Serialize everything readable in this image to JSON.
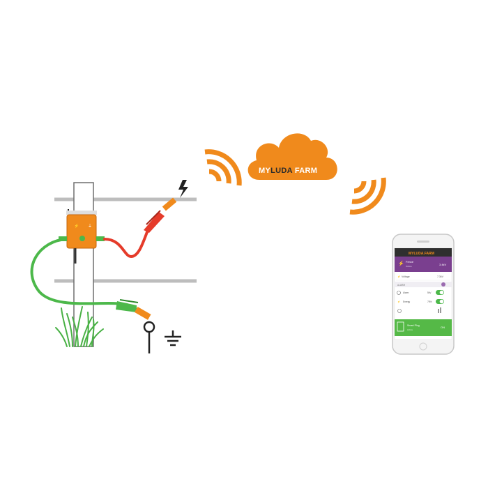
{
  "cloud": {
    "brand_prefix": "MY",
    "brand_middle": "LUDA",
    "brand_suffix": "FARM"
  },
  "phone": {
    "header_brand": "MYLUDA.FARM",
    "fence_title": "Fence",
    "fence_status": "Online",
    "fence_value": "3.4kV",
    "voltage_label": "Voltage",
    "voltage_value": "7.3kV",
    "section_label": "ALARM",
    "alarm_row_label": "Alarm",
    "alarm_row_value": "5kV",
    "energy_row_label": "Energy",
    "energy_row_value": "75%",
    "footer_title": "Smart Plug",
    "footer_sub": "Active",
    "footer_value": "ON"
  },
  "colors": {
    "orange": "#f08a1c",
    "green": "#4cb84a",
    "red": "#e53b2a",
    "purple": "#7a3f8f",
    "fence_grey": "#bdbdbd",
    "phone_green": "#55b947"
  },
  "icons": {
    "lightning": "lightning-bolt-icon",
    "ground": "ground-symbol-icon",
    "wifi_left": "wireless-signal-left-icon",
    "wifi_right": "wireless-signal-right-icon"
  }
}
